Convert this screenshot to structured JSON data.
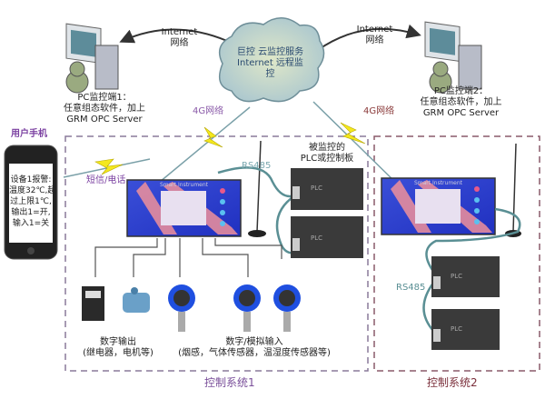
{
  "cloud": {
    "line1": "巨控 云监控服务",
    "line2": "Internet 远程监",
    "line3": "控"
  },
  "links": {
    "internet_left": {
      "line1": "Internet",
      "line2": "网络"
    },
    "internet_right": {
      "line1": "Internet",
      "line2": "网络"
    },
    "g4_left": "4G网络",
    "g4_right": "4G网络",
    "sms": "短信/电话",
    "rs485_1": "RS485",
    "rs485_2": "RS485"
  },
  "pc1": {
    "line1": "PC监控端1：",
    "line2": "任意组态软件，加上",
    "line3": "GRM OPC Server"
  },
  "pc2": {
    "line1": "PC监控端2：",
    "line2": "任意组态软件，加上",
    "line3": "GRM OPC Server"
  },
  "phone": {
    "title": "用户手机",
    "screen": [
      "设备1报警:",
      "温度32℃,超",
      "过上限1℃,",
      "输出1=开,",
      "输入1=关"
    ]
  },
  "plc_label": {
    "line1": "被监控的",
    "line2": "PLC或控制板"
  },
  "plc_text": "PLC",
  "controller_text": "Smart Instrument",
  "digital_output": {
    "line1": "数字输出",
    "line2": "(继电器，电机等)"
  },
  "digital_input": {
    "line1": "数字/模拟输入",
    "line2": "(烟感，气体传感器，温湿度传感器等)"
  },
  "system1": "控制系统1",
  "system2": "控制系统2",
  "colors": {
    "system1_label": "#7a4f9a",
    "system2_label": "#7a2e3a",
    "rs485": "#5a8f94",
    "bolt": "#f4e81e",
    "g4_left": "#8a5aa8",
    "g4_right": "#8a3a3a"
  }
}
